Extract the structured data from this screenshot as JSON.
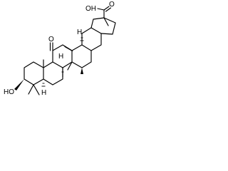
{
  "molecule": {
    "labels": {
      "hydroxyl": "HO",
      "carboxyl": "OH",
      "carboxyl_oxygen": "O",
      "ketone_oxygen": "O",
      "hydrogen": "H"
    }
  }
}
